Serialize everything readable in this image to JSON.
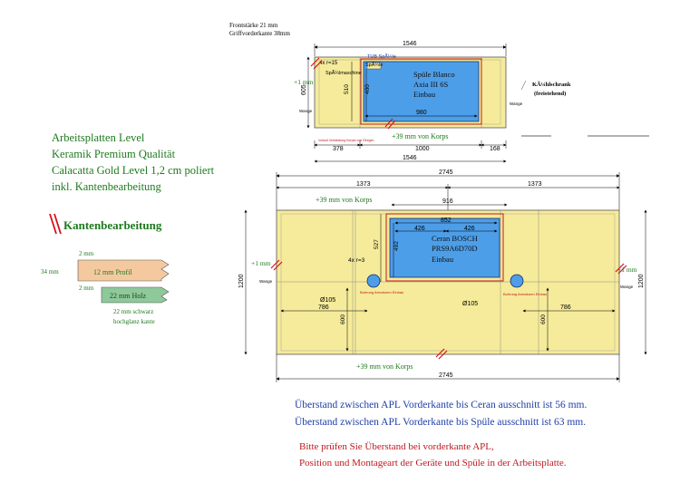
{
  "header": {
    "front_thickness": "Frontstärke 21 mm",
    "grip_edge": "Griffvorderkante 38mm"
  },
  "material": {
    "line1": "Arbeitsplatten Level",
    "line2": "Keramik Premium Qualität",
    "line3": "Calacatta Gold Level 1,2 cm poliert",
    "line4": "inkl. Kantenbearbeitung"
  },
  "edge": {
    "title": "Kantenbearbeitung",
    "dim_top": "2 mm",
    "dim_bottom": "2 mm",
    "dim_total": "34 mm",
    "profile_label": "12 mm Profil",
    "wood_label": "22 mm Holz",
    "note_line1": "22 mm schwarz",
    "note_line2": "hochglanz kante"
  },
  "top_plan": {
    "width_dim": "1546",
    "width_dim_bottom": "1546",
    "depth_dim": "605",
    "depth_inner": "510",
    "sink_depth": "400",
    "sink_width": "980",
    "offset_left": "378",
    "offset_mid": "1000",
    "offset_right": "168",
    "radius_label": "4x r=15",
    "dishwasher_label": "SpÃ¼lmaschine",
    "dishwasher_label2": "SpÃ¼le",
    "tub_label": "TUB SpÃ¼le",
    "sink_label_1": "Spüle Blanco",
    "sink_label_2": "Axia III 6S",
    "sink_label_3": "Einbau",
    "overhang_left": "+1 mm",
    "corpus_note": "+39 mm von Korps",
    "wall_left": "Wange",
    "wall_right": "Wange",
    "fridge_label_1": "KÃ¼hlschrank",
    "fridge_label_2": "(freistehend)",
    "small_note": "Vorlauf Verkleidung Kerpen mit Ölregen"
  },
  "bottom_plan": {
    "total_dim_top": "2745",
    "total_dim_bottom": "2745",
    "left_part": "1373",
    "right_part": "1373",
    "center_span": "916",
    "hob_width": "852",
    "hob_left_half": "426",
    "hob_right_half": "426",
    "hob_depth": "492",
    "hob_offset": "527",
    "depth_left": "1200",
    "depth_right": "1200",
    "radius_label": "4x r=3",
    "hob_label_1": "Ceran BOSCH",
    "hob_label_2": "PRS9A6D70D",
    "hob_label_3": "Einbau",
    "hole_left_dia": "Ø105",
    "hole_right_dia": "Ø105",
    "hole_left_offset": "786",
    "hole_right_offset": "786",
    "hole_left_depth": "600",
    "hole_right_depth": "600",
    "hole_note_left": "Bohrung Armaturen Einbau",
    "hole_note_right": "Bohrung Armaturen Einbau",
    "corpus_note_top": "+39 mm von Korps",
    "corpus_note_bottom": "+39 mm von Korps",
    "overhang_left": "+1 mm",
    "overhang_right": "+1 mm",
    "wall_left": "Wange",
    "wall_right": "Wange"
  },
  "notes": {
    "overhang_ceran": "Überstand zwischen APL Vorderkante bis Ceran ausschnitt ist 56 mm.",
    "overhang_sink": "Überstand zwischen APL Vorderkante bis Spüle ausschnitt ist 63 mm.",
    "check_line1": "Bitte prüfen Sie Überstand bei vorderkante APL,",
    "check_line2": "Position und Montageart der Geräte und Spüle in der Arbeitsplatte."
  },
  "colors": {
    "slab": "#f5eb9a",
    "sink": "#4d9ee8",
    "green_text": "#1e7a1e",
    "red_text": "#c0181f",
    "blue_text": "#1f3fa8",
    "profile": "#f5c9a0",
    "wood": "#8ec99a"
  }
}
